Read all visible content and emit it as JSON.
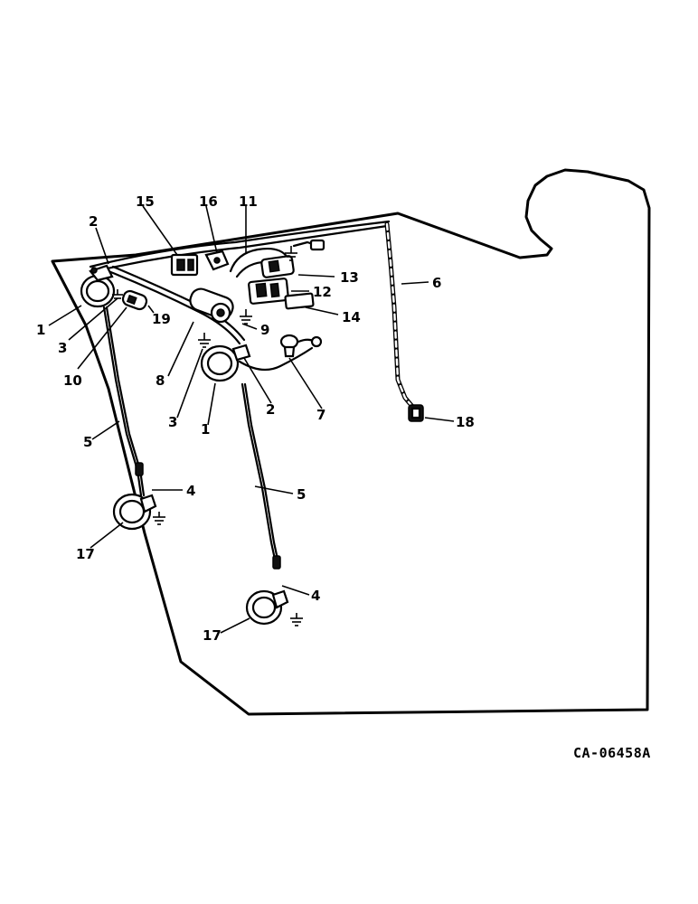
{
  "diagram": {
    "drawing_code": "CA-06458A",
    "callouts": [
      "1",
      "2",
      "3",
      "4",
      "5",
      "6",
      "7",
      "8",
      "9",
      "10",
      "11",
      "12",
      "13",
      "14",
      "15",
      "16",
      "17",
      "18",
      "19"
    ]
  }
}
